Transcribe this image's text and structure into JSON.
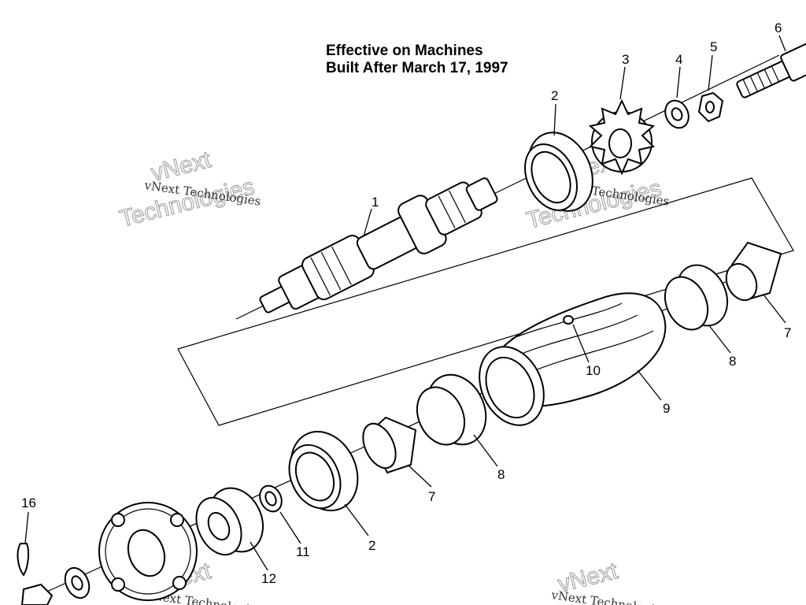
{
  "heading": {
    "line1": "Effective on Machines",
    "line2": "Built After March 17, 1997"
  },
  "callouts": [
    {
      "id": "c1",
      "text": "1"
    },
    {
      "id": "c2a",
      "text": "2"
    },
    {
      "id": "c3",
      "text": "3"
    },
    {
      "id": "c4",
      "text": "4"
    },
    {
      "id": "c5",
      "text": "5"
    },
    {
      "id": "c6",
      "text": "6"
    },
    {
      "id": "c7a",
      "text": "7"
    },
    {
      "id": "c8a",
      "text": "8"
    },
    {
      "id": "c9",
      "text": "9"
    },
    {
      "id": "c10",
      "text": "10"
    },
    {
      "id": "c8b",
      "text": "8"
    },
    {
      "id": "c7b",
      "text": "7"
    },
    {
      "id": "c2b",
      "text": "2"
    },
    {
      "id": "c11",
      "text": "11"
    },
    {
      "id": "c12",
      "text": "12"
    },
    {
      "id": "c16",
      "text": "16"
    }
  ],
  "watermark": {
    "small_text": "vNext Technologies",
    "big_line1": "vNext",
    "big_line2": "Technologies"
  }
}
